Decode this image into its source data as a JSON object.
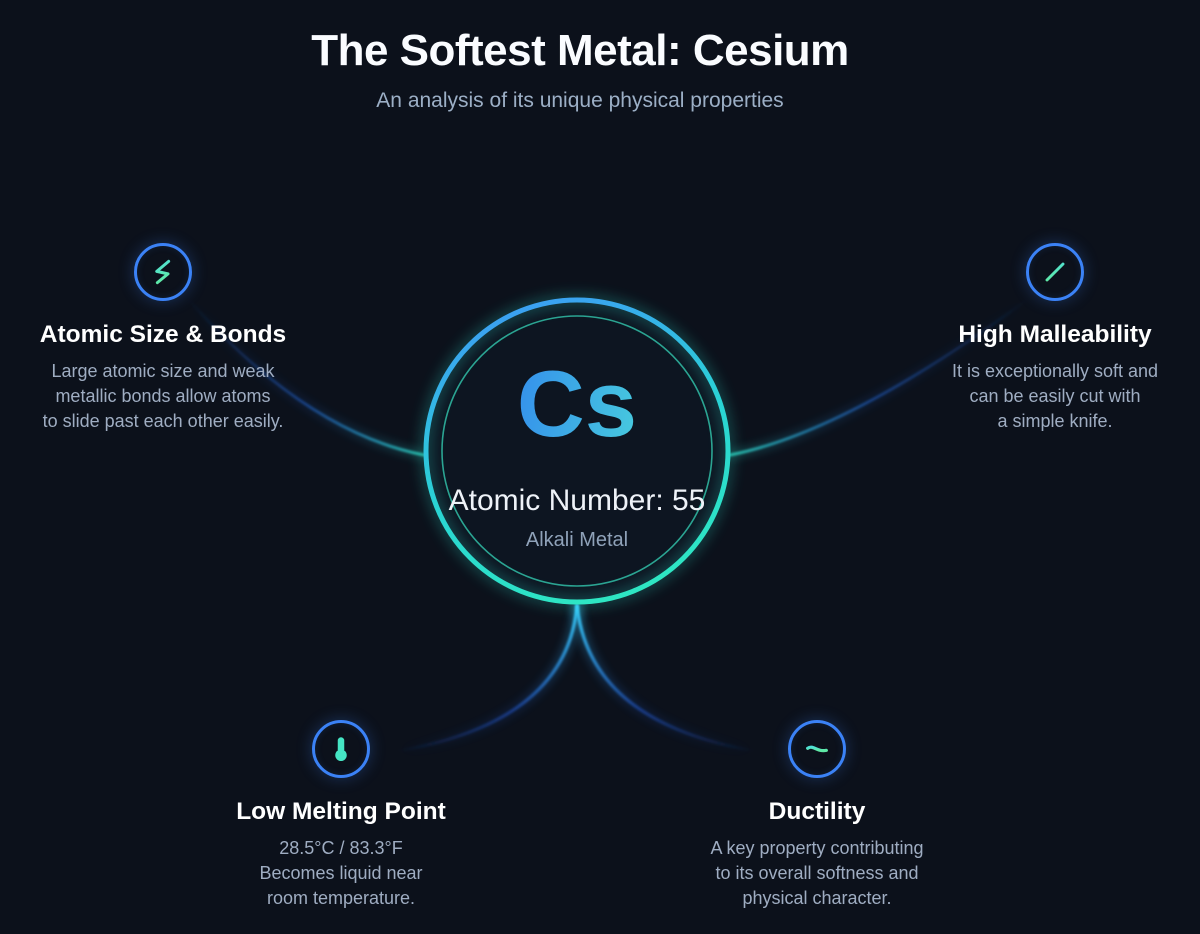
{
  "header": {
    "title": "The Softest Metal: Cesium",
    "subtitle": "An analysis of its unique physical properties"
  },
  "element": {
    "symbol": "Cs",
    "atomic_number": "Atomic Number: 55",
    "category": "Alkali Metal"
  },
  "callouts": {
    "atomic_size": {
      "icon": "bond-zigzag-icon",
      "title": "Atomic Size & Bonds",
      "line1": "Large atomic size and weak",
      "line2": "metallic bonds allow atoms",
      "line3": "to slide past each other easily."
    },
    "malleability": {
      "icon": "asterisk-icon",
      "title": "High Malleability",
      "line1": "It is exceptionally soft and",
      "line2": "can be easily cut with",
      "line3": "a simple knife."
    },
    "melting": {
      "icon": "thermometer-icon",
      "title": "Low Melting Point",
      "line1": "28.5°C / 83.3°F",
      "line2": "Becomes liquid near",
      "line3": "room temperature."
    },
    "ductility": {
      "icon": "wave-icon",
      "title": "Ductility",
      "line1": "A key property contributing",
      "line2": "to its overall softness and",
      "line3": "physical character."
    }
  },
  "colors": {
    "background": "#0c111b",
    "accent_blue": "#3b82f6",
    "accent_teal": "#2dd4bf",
    "glyph_mint": "#5eead4",
    "symbol_gradient_start": "#2f7ef0",
    "symbol_gradient_end": "#4fe3d8",
    "heading_text": "#ffffff",
    "body_text": "#9fadc2"
  }
}
